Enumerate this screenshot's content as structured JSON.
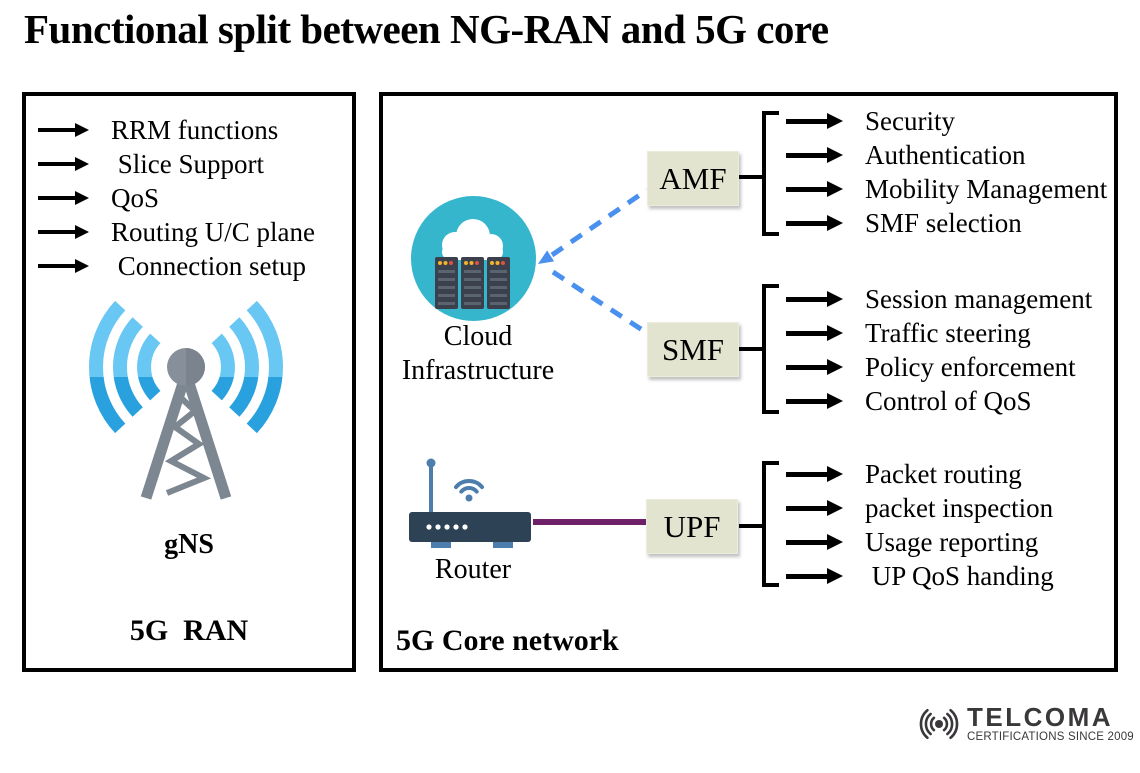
{
  "title": "Functional split between NG-RAN and 5G core",
  "ran": {
    "functions": [
      "RRM functions",
      " Slice Support",
      "QoS",
      "Routing U/C plane",
      " Connection setup"
    ],
    "node_label": "gNS",
    "panel_label": "5G  RAN"
  },
  "core": {
    "panel_label": "5G Core network",
    "cloud_label_line1": "Cloud",
    "cloud_label_line2": "Infrastructure",
    "router_label": "Router",
    "groups": [
      {
        "name": "AMF",
        "functions": [
          "Security",
          "Authentication",
          "Mobility Management",
          "SMF selection"
        ]
      },
      {
        "name": "SMF",
        "functions": [
          "Session management",
          "Traffic steering",
          "Policy enforcement",
          "Control of QoS"
        ]
      },
      {
        "name": "UPF",
        "functions": [
          "Packet routing",
          "packet inspection",
          "Usage reporting",
          " UP QoS handing"
        ]
      }
    ]
  },
  "logo": {
    "brand": "TELCOMA",
    "tagline": "CERTIFICATIONS SINCE 2009"
  },
  "colors": {
    "accent_teal": "#35b6cd",
    "dashed_blue": "#4a90ee",
    "purple_link": "#6e2168",
    "nf_box_bg": "#e3e4d0",
    "router_navy": "#2d4254",
    "router_accent": "#4d7dac",
    "tower_gray": "#7d8791",
    "wave_light": "#68c7f3",
    "wave_dark": "#2aa1df"
  }
}
